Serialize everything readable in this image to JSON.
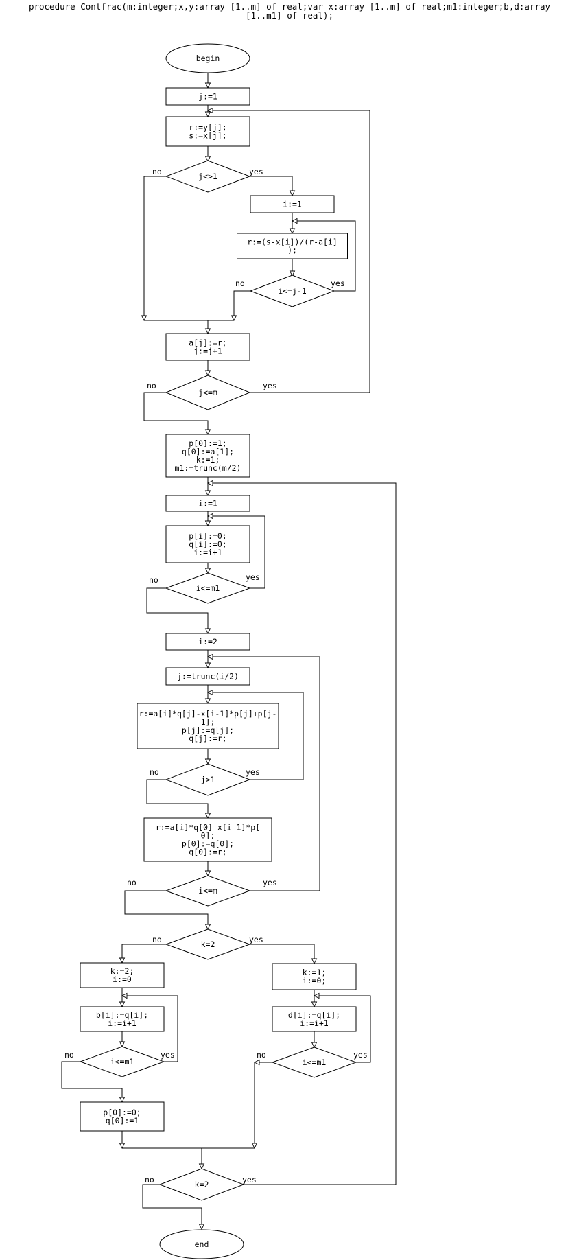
{
  "header": {
    "line1": "procedure Contfrac(m:integer;x,y:array [1..m] of real;var x:array [1..m] of real;m1:integer;b,d:array",
    "line2": "[1..m1] of real);"
  },
  "nodes": {
    "begin": "begin",
    "j_init": "j:=1",
    "rs": [
      "r:=y[j];",
      "s:=x[j];"
    ],
    "d_j_ne_1": "j<>1",
    "i_init_a": "i:=1",
    "r_calc": [
      "r:=(s-x[i])/(r-a[i]",
      ");"
    ],
    "d_i_le_jm1": "i<=j-1",
    "aj": [
      "a[j]:=r;",
      "j:=j+1"
    ],
    "d_j_le_m": "j<=m",
    "pq_init": [
      "p[0]:=1;",
      "q[0]:=a[1];",
      "k:=1;",
      "m1:=trunc(m/2)"
    ],
    "i_init_b": "i:=1",
    "pq_zero": [
      "p[i]:=0;",
      "q[i]:=0;",
      "i:=i+1"
    ],
    "d_i_le_m1_a": "i<=m1",
    "i_init_2": "i:=2",
    "j_trunc": "j:=trunc(i/2)",
    "r_loop": [
      "r:=a[i]*q[j]-x[i-1]*p[j]+p[j-",
      "1];",
      "p[j]:=q[j];",
      "q[j]:=r;"
    ],
    "d_j_gt_1": "j>1",
    "r0": [
      "r:=a[i]*q[0]-x[i-1]*p[",
      "0];",
      "p[0]:=q[0];",
      "q[0]:=r;"
    ],
    "d_i_le_m": "i<=m",
    "d_k_eq_2_a": "k=2",
    "k2": [
      "k:=2;",
      "i:=0"
    ],
    "k1": [
      "k:=1;",
      "i:=0;"
    ],
    "b_assign": [
      "b[i]:=q[i];",
      "i:=i+1"
    ],
    "d_assign": [
      "d[i]:=q[i];",
      "i:=i+1"
    ],
    "d_i_le_m1_l": "i<=m1",
    "d_i_le_m1_r": "i<=m1",
    "p0q0": [
      "p[0]:=0;",
      "q[0]:=1"
    ],
    "d_k_eq_2_b": "k=2",
    "end": "end"
  },
  "labels": {
    "yes": "yes",
    "no": "no"
  }
}
